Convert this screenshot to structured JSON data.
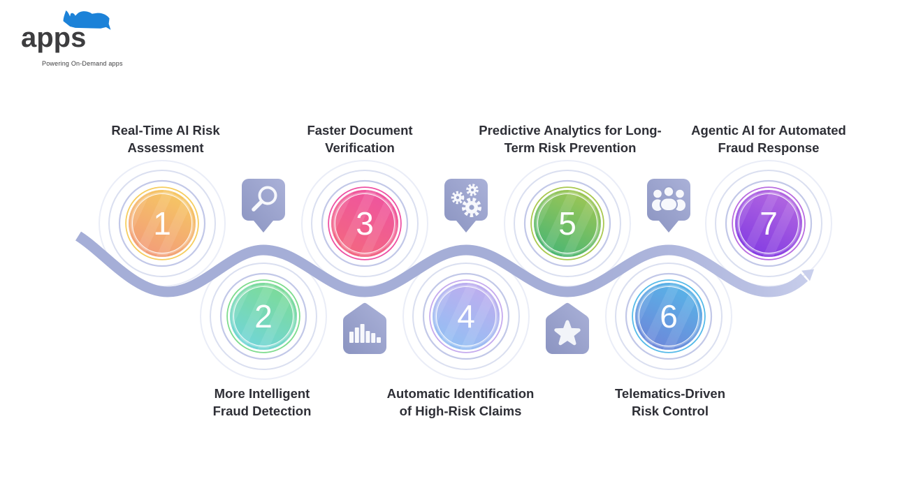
{
  "logo": {
    "brand": "apps",
    "tagline": "Powering On-Demand apps",
    "rhino_color": "#1c82d8",
    "text_color": "#3d3d3f"
  },
  "diagram": {
    "steps": [
      {
        "number": "1",
        "title": "Real-Time AI Risk Assessment",
        "lines": [
          "Real-Time AI Risk",
          "Assessment"
        ],
        "row": "top",
        "colors": {
          "from": "#f6cd5f",
          "to": "#f2967d"
        }
      },
      {
        "number": "2",
        "title": "More Intelligent Fraud Detection",
        "lines": [
          "More Intelligent",
          "Fraud Detection"
        ],
        "row": "bottom",
        "colors": {
          "from": "#7edc8d",
          "to": "#6fd4e2"
        }
      },
      {
        "number": "3",
        "title": "Faster Document Verification",
        "lines": [
          "Faster Document",
          "Verification"
        ],
        "row": "top",
        "colors": {
          "from": "#ee51a3",
          "to": "#f36a7c"
        }
      },
      {
        "number": "4",
        "title": "Automatic Identification of High-Risk Claims",
        "lines": [
          "Automatic Identification",
          "of High-Risk Claims"
        ],
        "row": "bottom",
        "colors": {
          "from": "#c5aaee",
          "to": "#8cc2f4"
        }
      },
      {
        "number": "5",
        "title": "Predictive Analytics for Long-Term Risk Prevention",
        "lines": [
          "Predictive Analytics for Long-",
          "Term Risk Prevention"
        ],
        "row": "top",
        "colors": {
          "from": "#a9c84f",
          "to": "#3fb478"
        }
      },
      {
        "number": "6",
        "title": "Telematics-Driven Risk Control",
        "lines": [
          "Telematics-Driven",
          "Risk Control"
        ],
        "row": "bottom",
        "colors": {
          "from": "#55bae9",
          "to": "#7081d8"
        }
      },
      {
        "number": "7",
        "title": "Agentic AI for Automated Fraud Response",
        "lines": [
          "Agentic AI for Automated",
          "Fraud Response"
        ],
        "row": "top",
        "colors": {
          "from": "#b96de0",
          "to": "#7d36e2"
        }
      }
    ],
    "badge_icons": [
      "search",
      "gears",
      "team",
      "bar-chart",
      "star"
    ],
    "palette": {
      "wave": "#a5aed7",
      "wave_arrow": "#c9cfec",
      "badge_from": "#aab1d8",
      "badge_to": "#8b94c1",
      "halo_ring_inner": "#c2c8e8",
      "halo_ring_mid": "#dadff0",
      "halo_ring_outer": "#eaedf7",
      "title_text": "#2e2f36"
    }
  }
}
